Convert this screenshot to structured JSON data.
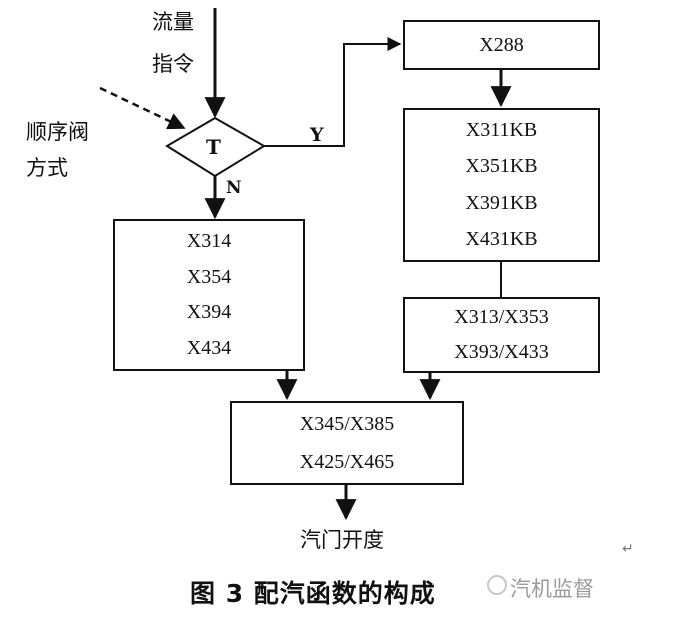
{
  "input": {
    "line1": "流量",
    "line2": "指令"
  },
  "mode": {
    "line1": "顺序阀",
    "line2": "方式"
  },
  "decision": {
    "label": "T",
    "yes": "Y",
    "no": "N"
  },
  "box_x288": {
    "items": [
      "X288"
    ]
  },
  "box_kb": {
    "items": [
      "X311KB",
      "X351KB",
      "X391KB",
      "X431KB"
    ]
  },
  "box_313": {
    "items": [
      "X313/X353",
      "X393/X433"
    ]
  },
  "box_314": {
    "items": [
      "X314",
      "X354",
      "X394",
      "X434"
    ]
  },
  "box_345": {
    "items": [
      "X345/X385",
      "X425/X465"
    ]
  },
  "output": {
    "label": "汽门开度"
  },
  "caption": {
    "text": "图 3   配汽函数的构成"
  },
  "watermark": {
    "text": "汽机监督"
  },
  "return_mark": "↵"
}
